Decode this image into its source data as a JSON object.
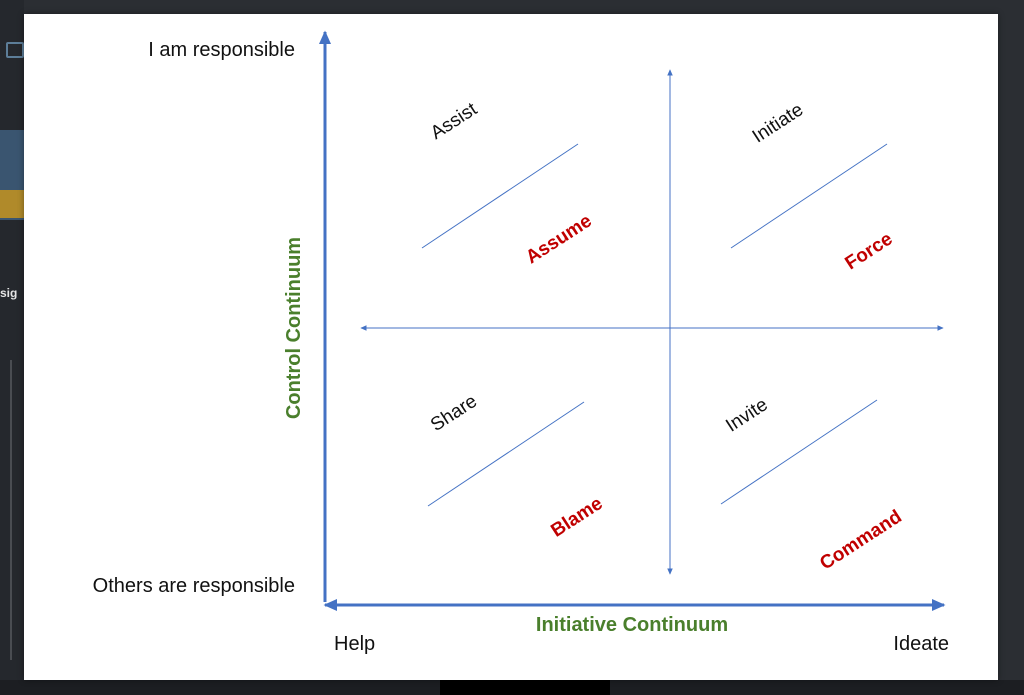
{
  "diagram": {
    "y_axis": {
      "title": "Control Continuum",
      "top_label": "I am responsible",
      "bottom_label": "Others are responsible"
    },
    "x_axis": {
      "title": "Initiative Continuum",
      "left_label": "Help",
      "right_label": "Ideate"
    },
    "quadrants": {
      "top_left": {
        "upper": "Assist",
        "lower": "Assume"
      },
      "top_right": {
        "upper": "Initiate",
        "lower": "Force"
      },
      "bottom_left": {
        "upper": "Share",
        "lower": "Blame"
      },
      "bottom_right": {
        "upper": "Invite",
        "lower": "Command"
      }
    },
    "colors": {
      "axis": "#4472c4",
      "title": "#4a7f2c",
      "emphasis": "#c00000",
      "text": "#111111"
    }
  }
}
